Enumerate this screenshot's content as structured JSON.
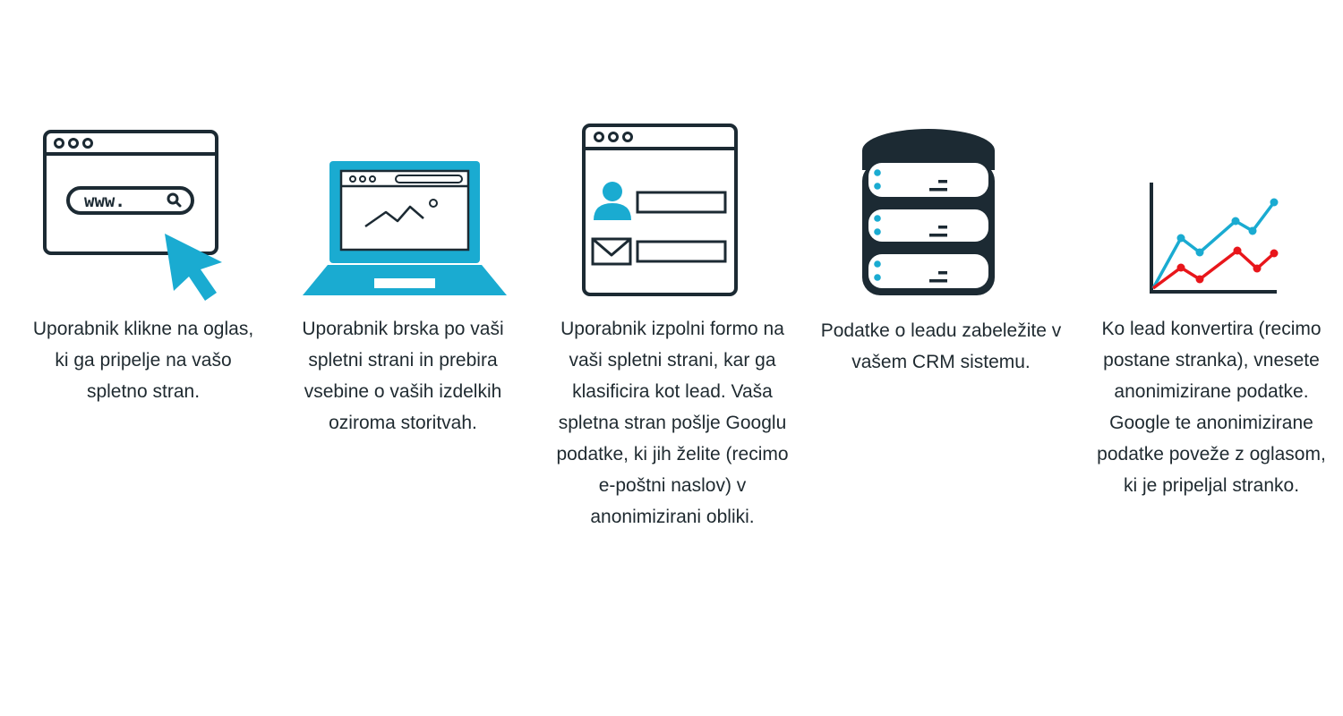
{
  "steps": [
    {
      "icon": "browser-click-icon",
      "caption": "Uporabnik klikne na oglas, ki ga pripelje na vašo spletno stran.",
      "url_text": "www."
    },
    {
      "icon": "laptop-icon",
      "caption": "Uporabnik brska po vaši spletni strani in prebira vsebine o vaših izdelkih oziroma storitvah."
    },
    {
      "icon": "web-form-icon",
      "caption": "Uporabnik izpolni formo na vaši spletni strani, kar ga klasificira kot lead. Vaša spletna stran pošlje Googlu podatke, ki jih želite (recimo e-poštni naslov) v anonimizirani obliki."
    },
    {
      "icon": "database-icon",
      "caption": "Podatke o leadu zabeležite v vašem CRM sistemu."
    },
    {
      "icon": "line-chart-icon",
      "caption": "Ko lead konvertira (recimo postane stranka), vnesete anonimizirane podatke. Google te anonimizirane podatke poveže z oglasom, ki je pripeljal stranko."
    }
  ],
  "colors": {
    "dark": "#1c2a33",
    "accent": "#1aabd1",
    "red": "#e8161b"
  }
}
